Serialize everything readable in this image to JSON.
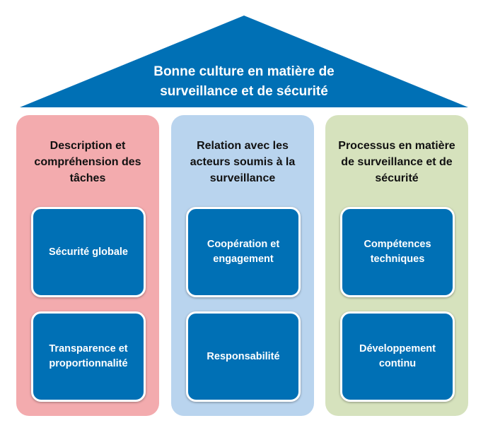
{
  "roof": {
    "title_line1": "Bonne culture en matière de",
    "title_line2": "surveillance et de sécurité",
    "color": "#0070b5"
  },
  "pillars": [
    {
      "title_lines": [
        "Description et",
        "compréhension des",
        "tâches"
      ],
      "color": "#f3abae",
      "cards": [
        {
          "lines": [
            "Sécurité globale"
          ]
        },
        {
          "lines": [
            "Transparence et",
            "proportionnalité"
          ]
        }
      ]
    },
    {
      "title_lines": [
        "Relation avec les",
        "acteurs soumis à la",
        "surveillance"
      ],
      "color": "#b9d4ee",
      "cards": [
        {
          "lines": [
            "Coopération et",
            "engagement"
          ]
        },
        {
          "lines": [
            "Responsabilité"
          ]
        }
      ]
    },
    {
      "title_lines": [
        "Processus en matière",
        "de surveillance et de",
        "sécurité"
      ],
      "color": "#d6e2bd",
      "cards": [
        {
          "lines": [
            "Compétences",
            "techniques"
          ]
        },
        {
          "lines": [
            "Développement",
            "continu"
          ]
        }
      ]
    }
  ],
  "card_color": "#0070b5"
}
